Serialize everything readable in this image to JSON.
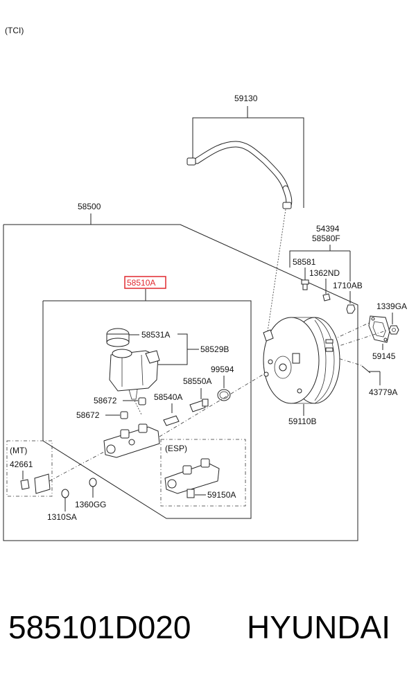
{
  "variant": "(TCI)",
  "labels": {
    "l59130": "59130",
    "l58500": "58500",
    "l54394": "54394",
    "l58580F": "58580F",
    "l58581": "58581",
    "l1362ND": "1362ND",
    "l1710AB": "1710AB",
    "l1339GA": "1339GA",
    "l58510A": "58510A",
    "l58531A": "58531A",
    "l58529B": "58529B",
    "l99594": "99594",
    "l58550A": "58550A",
    "l58540A": "58540A",
    "l58672a": "58672",
    "l58672b": "58672",
    "l59145": "59145",
    "l43779A": "43779A",
    "l59110B": "59110B",
    "lMT": "(MT)",
    "l42661": "42661",
    "lESP": "(ESP)",
    "l59150A": "59150A",
    "l1360GG": "1360GG",
    "l1310SA": "1310SA"
  },
  "highlight_color": "#e0282e",
  "footer": {
    "part_number": "585101D020",
    "brand": "HYUNDAI"
  }
}
